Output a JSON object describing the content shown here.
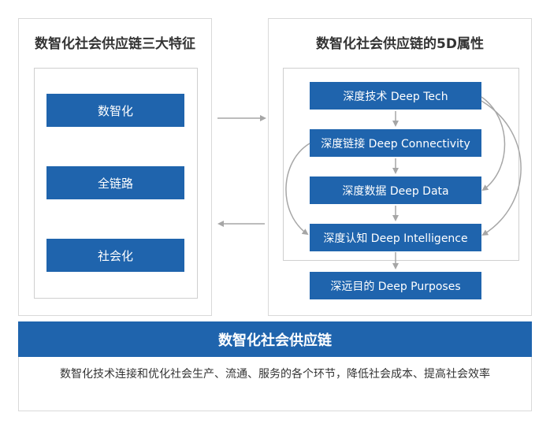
{
  "left_panel": {
    "title": "数智化社会供应链三大特征",
    "features": [
      "数智化",
      "全链路",
      "社会化"
    ]
  },
  "right_panel": {
    "title": "数智化社会供应链的5D属性",
    "attributes": [
      "深度技术 Deep Tech",
      "深度链接 Deep Connectivity",
      "深度数据 Deep Data",
      "深度认知 Deep Intelligence",
      "深远目的 Deep Purposes"
    ]
  },
  "bottom": {
    "title": "数智化社会供应链",
    "description": "数智化技术连接和优化社会生产、流通、服务的各个环节，降低社会成本、提高社会效率"
  },
  "colors": {
    "primary_blue": "#1f64ad",
    "connector_gray": "#a6a6a6",
    "border_gray": "#d9d9d9"
  }
}
